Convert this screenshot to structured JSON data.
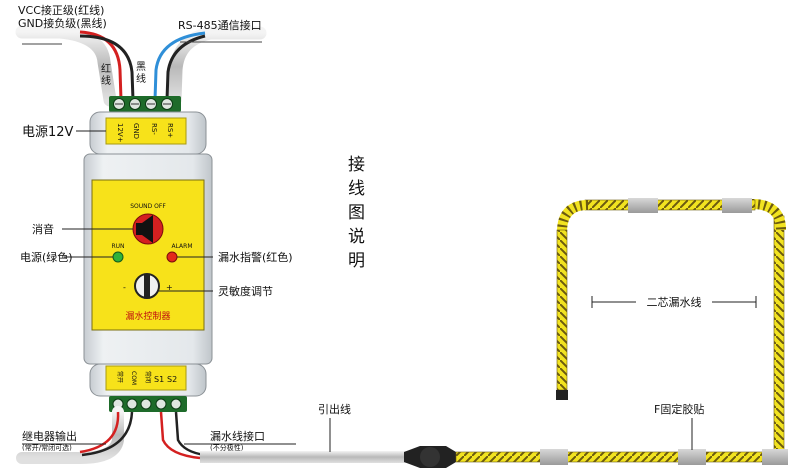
{
  "top_labels": {
    "vcc": "VCC接正级(红线)",
    "gnd": "GND接负级(黑线)",
    "rs485": "RS-485通信接口",
    "red_wire": "红线",
    "black_wire": "黑线"
  },
  "power_label": "电源12V",
  "top_terminals": [
    "12V+",
    "GND",
    "RS-",
    "RS+"
  ],
  "title_vertical": [
    "接",
    "线",
    "图",
    "说",
    "明"
  ],
  "panel": {
    "sound_off": "SOUND OFF",
    "run": "RUN",
    "alarm": "ALARM",
    "minus": "-",
    "plus": "+",
    "name": "漏水控制器"
  },
  "callouts": {
    "mute": "消音",
    "power_led": "电源(绿色)",
    "alarm_led": "漏水指警(红色)",
    "sensitivity": "灵敏度调节"
  },
  "bottom_terminals": [
    "常开",
    "COM",
    "常闭",
    "S1",
    "S2"
  ],
  "bottom_labels": {
    "relay": "继电器输出",
    "relay_sub": "(常开/常闭可选)",
    "sensor_port": "漏水线接口",
    "sensor_port_sub": "(不分极性)",
    "lead_wire": "引出线",
    "core_wire": "二芯漏水线",
    "fixing_tape": "F固定胶贴"
  },
  "colors": {
    "panel_yellow": "#f7e21a",
    "module_grey": "#d8dde1",
    "terminal_green": "#1e6b2a",
    "red_wire": "#d42020",
    "blue_wire": "#2f8fd8",
    "rope_yellow": "#f2e320"
  }
}
